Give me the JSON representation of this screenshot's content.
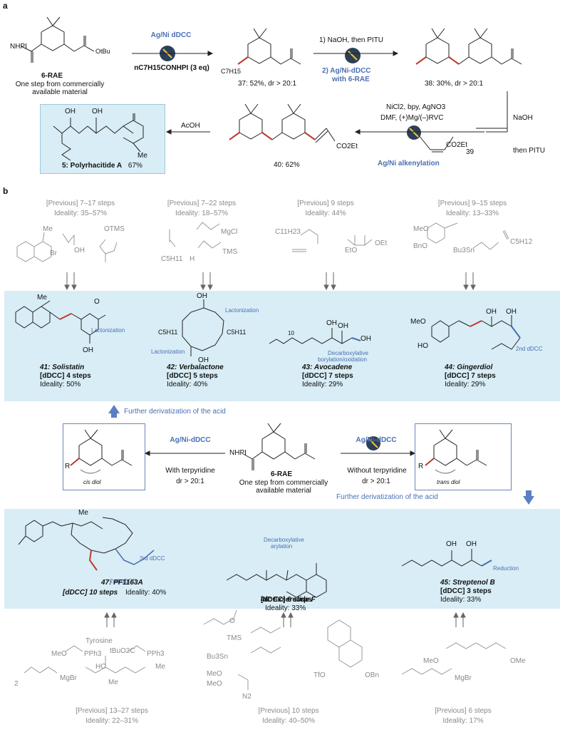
{
  "panel_a": {
    "letter": "a",
    "rae_label": "6-RAE",
    "rae_nhpi": "NHPI",
    "rae_otbu": "OtBu",
    "rae_note_1": "One step from commercially",
    "rae_note_2": "available material",
    "step1_reagent": "Ag/Ni dDCC",
    "step1_cond": "nC7H15CONHPI (3 eq)",
    "cmpd37_sub": "C7H15",
    "cmpd37_label": "37: 52%, dr > 20:1",
    "step2_line1": "1) NaOH, then PITU",
    "step2_line2": "2) Ag/Ni-dDCC",
    "step2_line3": "with 6-RAE",
    "cmpd38_label": "38: 30%, dr > 20:1",
    "step3_naoh": "NaOH",
    "step3_pitu": "then PITU",
    "step4_line1": "NiCl2, bpy, AgNO3",
    "step4_line2": "DMF, (+)Mg/(–)RVC",
    "step4_reagent": "CO2Et",
    "step4_num": "39",
    "step4_name": "Ag/Ni alkenylation",
    "cmpd40_label": "40: 62%",
    "cmpd40_ester": "CO2Et",
    "step5_reagent": "AcOH",
    "cmpd5_label": "5: Polyrhacitide A",
    "cmpd5_yield": "67%"
  },
  "panel_b": {
    "letter": "b",
    "prev_top": [
      {
        "header": "[Previous] 7–17 steps",
        "ideality": "Ideality: 35–57%"
      },
      {
        "header": "[Previous] 7–22 steps",
        "ideality": "Ideality: 18–57%"
      },
      {
        "header": "[Previous] 9 steps",
        "ideality": "Ideality: 44%"
      },
      {
        "header": "[Previous] 9–15 steps",
        "ideality": "Ideality: 13–33%"
      }
    ],
    "sm_labels": {
      "me": "Me",
      "br": "Br",
      "oh": "OH",
      "otms": "OTMS",
      "mgcl": "MgCl",
      "c5h11": "C5H11",
      "h": "H",
      "tms": "TMS",
      "c11h23": "C11H23",
      "eto": "EtO",
      "oet": "OEt",
      "meo": "MeO",
      "bno": "BnO",
      "bu3sn": "Bu3Sn",
      "c5h12": "C5H12"
    },
    "top_products": [
      {
        "name": "41: Solistatin",
        "steps": "[dDCC] 4 steps",
        "ideality": "Ideality: 50%",
        "note": "Lactonization"
      },
      {
        "name": "42: Verbalactone",
        "steps": "[dDCC] 5 steps",
        "ideality": "Ideality: 40%",
        "note": "Lactonization",
        "note2": "Lactonization",
        "sub": "C5H11"
      },
      {
        "name": "43: Avocadene",
        "steps": "[dDCC] 7 steps",
        "ideality": "Ideality: 29%",
        "note": "Decarboxylative",
        "note2": "borylation/oxidation",
        "index": "10"
      },
      {
        "name": "44: Gingerdiol",
        "steps": "[dDCC] 7 steps",
        "ideality": "Ideality: 29%",
        "note": "2nd dDCC"
      }
    ],
    "further_top": "Further derivatization of the acid",
    "center_rae": "6-RAE",
    "center_nhpi": "NHPI",
    "center_note_1": "One step from commercially",
    "center_note_2": "available material",
    "left_reagent": "Ag/Ni-dDCC",
    "left_cond": "With terpyridine",
    "left_dr": "dr > 20:1",
    "left_box_r": "R",
    "left_box_diol": "cis diol",
    "right_reagent": "Ag/Ni-dDCC",
    "right_cond": "Without terpyridine",
    "right_dr": "dr > 20:1",
    "right_box_r": "R",
    "right_box_diol": "trans diol",
    "further_bottom": "Further derivatization of the acid",
    "bottom_products": [
      {
        "name": "47: PF1163A",
        "steps": "[dDCC] 10 steps",
        "ideality": "Ideality: 40%",
        "note": "3rd dDCC",
        "note2": "2nd dDCC"
      },
      {
        "name": "46: Exserolide F",
        "steps": "[dDCC] 6 steps",
        "ideality": "Ideality: 33%",
        "note": "Decarboxylative",
        "note2": "arylation"
      },
      {
        "name": "45: Streptenol B",
        "steps": "[dDCC] 3 steps",
        "ideality": "Ideality: 33%",
        "note": "Reduction"
      }
    ],
    "bottom_sm": {
      "tyrosine": "Tyrosine",
      "meo_pph3": "MeO",
      "pph3": "PPh3",
      "tbuo2c": "tBuO2C",
      "pph3_2": "PPh3",
      "two": "2",
      "mgbr": "MgBr",
      "ho": "HO",
      "me": "Me",
      "tms": "TMS",
      "bu3sn": "Bu3Sn",
      "meo_p": "MeO",
      "n2": "N2",
      "tfo": "TfO",
      "obn": "OBn",
      "meo_ester": "MeO",
      "ome": "OMe",
      "mgbr_2": "MgBr"
    },
    "prev_bottom": [
      {
        "header": "[Previous] 13–27 steps",
        "ideality": "Ideality: 22–31%"
      },
      {
        "header": "[Previous] 10 steps",
        "ideality": "Ideality: 40–50%"
      },
      {
        "header": "[Previous] 6 steps",
        "ideality": "Ideality: 17%"
      }
    ]
  }
}
